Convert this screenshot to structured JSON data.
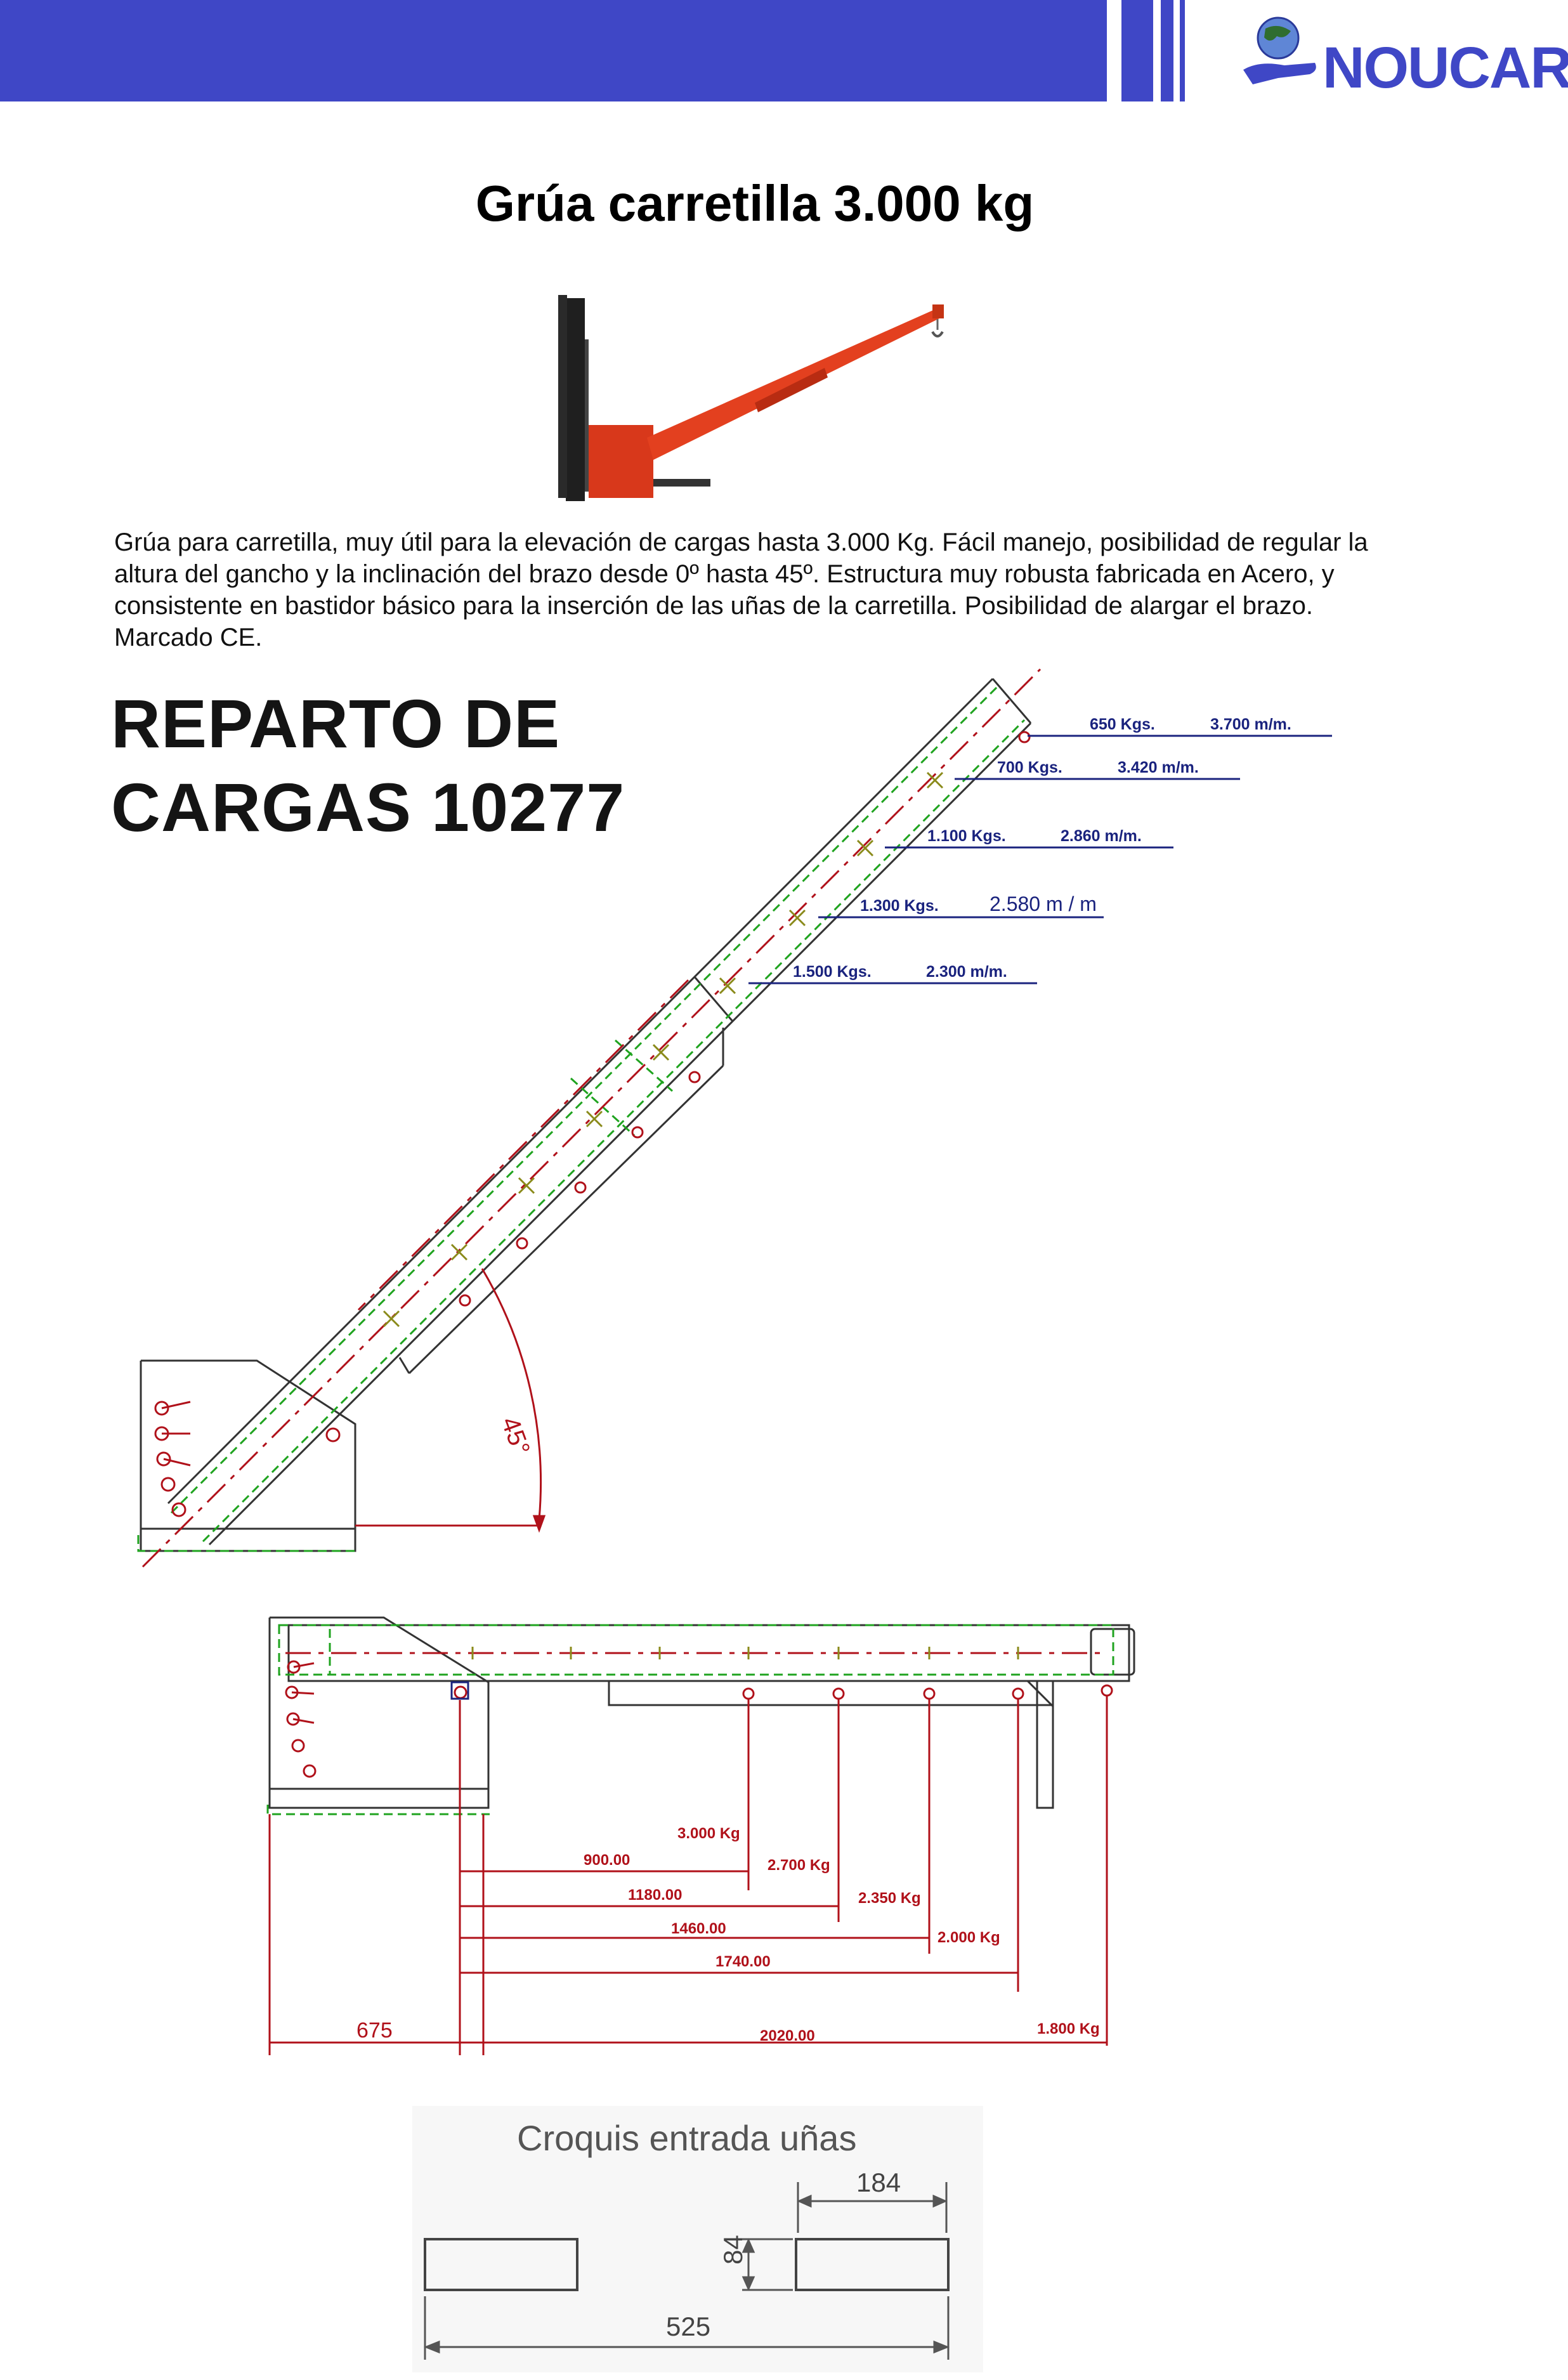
{
  "header": {
    "brand": "NOUCAR",
    "brand_color": "#3f47c6"
  },
  "page": {
    "title": "Grúa carretilla 3.000 kg"
  },
  "description": "Grúa para carretilla, muy útil para la elevación de cargas hasta 3.000 Kg. Fácil manejo, posibilidad de regular la altura del gancho y la inclinación del brazo desde 0º hasta 45º. Estructura muy robusta fabricada en Acero, y consistente en bastidor básico para la inserción de las uñas de la carretilla. Posibilidad de alargar el brazo. Marcado CE.",
  "reparto": {
    "line1": "REPARTO DE",
    "line2": "CARGAS 10277"
  },
  "inclined_diagram": {
    "angle_label": "45°",
    "loads": [
      {
        "kg": "650 Kgs.",
        "reach": "3.700 m/m."
      },
      {
        "kg": "700 Kgs.",
        "reach": "3.420 m/m."
      },
      {
        "kg": "1.100 Kgs.",
        "reach": "2.860 m/m."
      },
      {
        "kg": "1.300 Kgs.",
        "reach": "2.580 m / m"
      },
      {
        "kg": "1.500 Kgs.",
        "reach": "2.300 m/m."
      }
    ]
  },
  "horizontal_diagram": {
    "loads": [
      {
        "distance": "900.00",
        "kg": "3.000 Kg"
      },
      {
        "distance": "1180.00",
        "kg": "2.700 Kg"
      },
      {
        "distance": "1460.00",
        "kg": "2.350 Kg"
      },
      {
        "distance": "1740.00",
        "kg": "2.000 Kg"
      },
      {
        "distance": "2020.00",
        "kg": "1.800 Kg"
      }
    ],
    "offset": "675"
  },
  "croquis": {
    "title": "Croquis entrada uñas",
    "width": "184",
    "height": "84",
    "total": "525"
  },
  "colors": {
    "accent": "#3f47c6",
    "red": "#b0111a",
    "green": "#1fa31f",
    "dim_blue": "#1a237e"
  }
}
